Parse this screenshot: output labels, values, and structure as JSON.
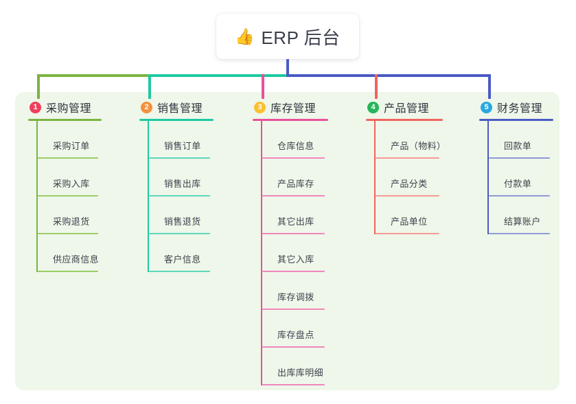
{
  "root": {
    "icon": "thumbs-up-icon",
    "icon_glyph": "👍",
    "title": "ERP 后台"
  },
  "palette": {
    "panel_background": "#eef7e9",
    "page_background": "#ffffff",
    "text": "#3d424e",
    "connector_green": "#7cb342",
    "connector_teal": "#1ec9a0",
    "connector_blue": "#4a5bc4",
    "connector_pink": "#e8519b",
    "connector_red": "#f2635f"
  },
  "columns": [
    {
      "number": "1",
      "badge_color": "#ef3f5b",
      "line_color": "#7cb342",
      "leaf_line_color": "#9ccc65",
      "title": "采购管理",
      "items": [
        {
          "label": "采购订单"
        },
        {
          "label": "采购入库"
        },
        {
          "label": "采购退货"
        },
        {
          "label": "供应商信息"
        }
      ]
    },
    {
      "number": "2",
      "badge_color": "#f5903c",
      "line_color": "#1ec9a0",
      "leaf_line_color": "#5fd6bb",
      "title": "销售管理",
      "items": [
        {
          "label": "销售订单"
        },
        {
          "label": "销售出库"
        },
        {
          "label": "销售退货"
        },
        {
          "label": "客户信息"
        }
      ]
    },
    {
      "number": "3",
      "badge_color": "#fbc02d",
      "line_color": "#e8519b",
      "leaf_line_color": "#ef87bb",
      "title": "库存管理",
      "items": [
        {
          "label": "仓库信息"
        },
        {
          "label": "产品库存"
        },
        {
          "label": "其它出库"
        },
        {
          "label": "其它入库"
        },
        {
          "label": "库存调拨"
        },
        {
          "label": "库存盘点"
        },
        {
          "label": "出库库明细"
        }
      ]
    },
    {
      "number": "4",
      "badge_color": "#26b55a",
      "line_color": "#f2635f",
      "leaf_line_color": "#f79b97",
      "title": "产品管理",
      "items": [
        {
          "label": "产品（物料）"
        },
        {
          "label": "产品分类"
        },
        {
          "label": "产品单位"
        }
      ]
    },
    {
      "number": "5",
      "badge_color": "#29a8e0",
      "line_color": "#4a5bc4",
      "leaf_line_color": "#8e9ad8",
      "title": "财务管理",
      "items": [
        {
          "label": "回款单"
        },
        {
          "label": "付款单"
        },
        {
          "label": "结算账户"
        }
      ]
    }
  ]
}
